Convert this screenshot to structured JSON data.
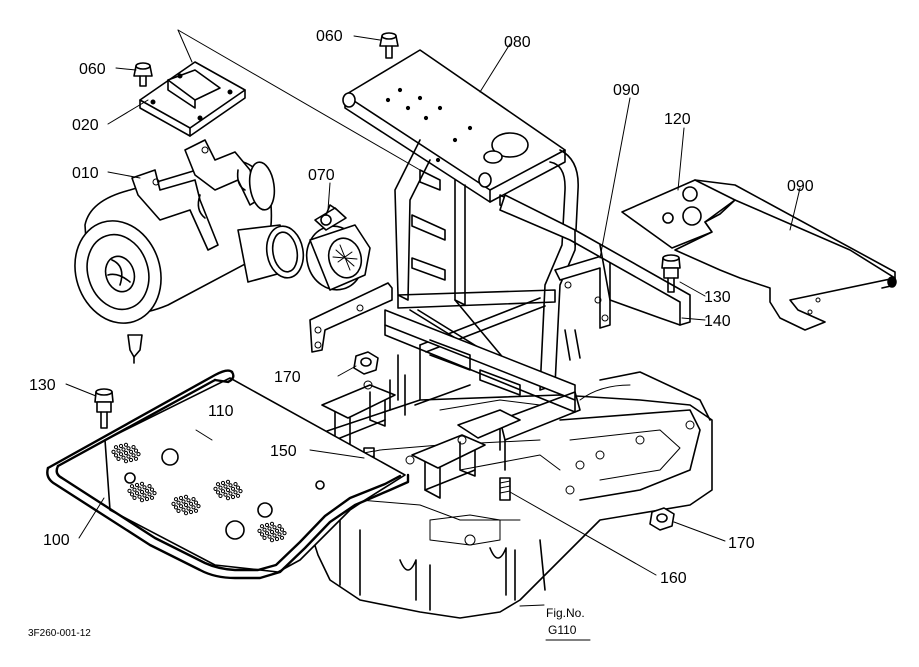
{
  "diagram": {
    "labels": {
      "p010": "010",
      "p020": "020",
      "p060a": "060",
      "p060b": "060",
      "p070": "070",
      "p080": "080",
      "p090a": "090",
      "p090b": "090",
      "p100": "100",
      "p110": "110",
      "p120": "120",
      "p130a": "130",
      "p130b": "130",
      "p140": "140",
      "p150": "150",
      "p160": "160",
      "p170a": "170",
      "p170b": "170"
    },
    "drawing_code": "3F260-001-12",
    "fig_no_label": "Fig.No.",
    "fig_no_value": "G110"
  }
}
